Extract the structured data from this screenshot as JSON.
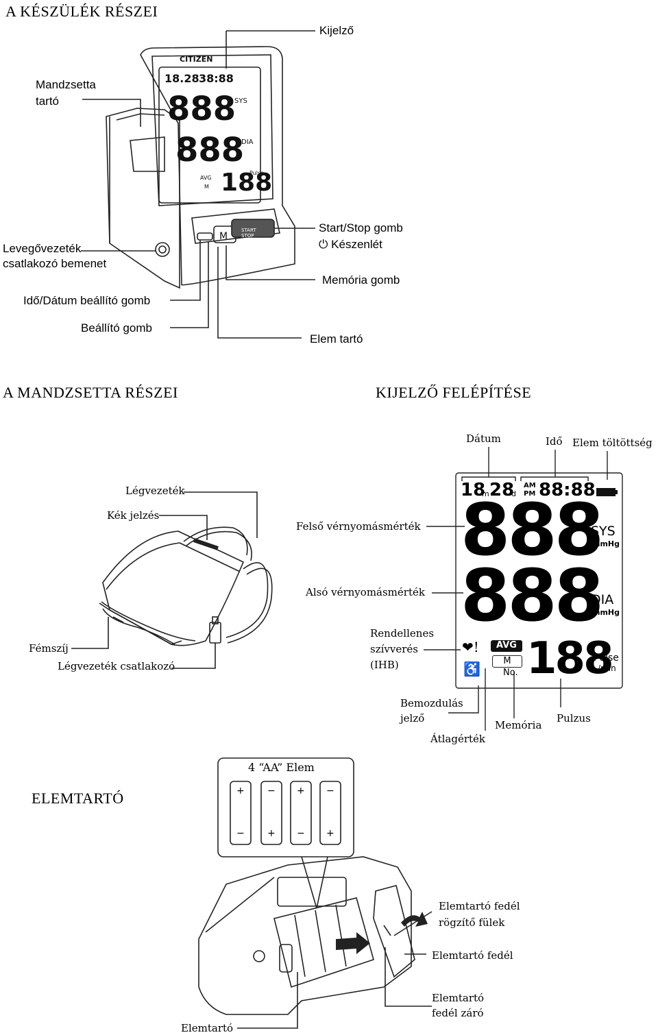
{
  "sections": {
    "device_title": "A KÉSZÜLÉK RÉSZEI",
    "cuff_title": "A MANDZSETTA RÉSZEI",
    "display_title": "KIJELZŐ FELÉPÍTÉSE",
    "battery_title": "ELEMTARTÓ"
  },
  "device": {
    "brand": "CITIZEN",
    "labels": {
      "display": "Kijelző",
      "cuff_holder_1": "Mandzsetta",
      "cuff_holder_2": "tartó",
      "air_port_1": "Levegővezeték",
      "air_port_2": "csatlakozó bemenet",
      "start_stop": "Start/Stop gomb",
      "standby": "⏻ Készenlét",
      "memory_button": "Memória gomb",
      "time_date_button": "Idő/Dátum beállító gomb",
      "set_button": "Beállító gomb",
      "battery_holder": "Elem tartó"
    },
    "buttons": {
      "m": "M",
      "start": "START",
      "stop": "STOP"
    }
  },
  "cuff": {
    "labels": {
      "air_tube": "Légvezeték",
      "blue_mark": "Kék jelzés",
      "metal_strap": "Fémszíj",
      "tube_connector": "Légvezeték csatlakozó"
    }
  },
  "display": {
    "labels": {
      "date": "Dátum",
      "time": "Idő",
      "battery_level": "Elem töltöttség",
      "systolic": "Felső vérnyomásmérték",
      "diastolic": "Alsó vérnyomásmérték",
      "ihb_1": "Rendellenes",
      "ihb_2": "szívverés",
      "ihb_3": "(IHB)",
      "movement_1": "Bemozdulás",
      "movement_2": "jelző",
      "average": "Átlagérték",
      "memory": "Memória",
      "pulse": "Pulzus"
    },
    "screen": {
      "date_month": "18",
      "month_unit": "m",
      "date_day": "28",
      "day_unit": "d",
      "am": "AM",
      "pm": "PM",
      "time": "88:88",
      "sys_digits": "888",
      "dia_digits": "888",
      "sys": "SYS",
      "dia": "DIA",
      "unit": "mmHg",
      "avg": "AVG",
      "m": "M",
      "no": "No.",
      "pulse_digits": "188",
      "pulse_label": "Pulse",
      "per_min": "/min"
    }
  },
  "battery": {
    "callout_title": "4 “AA” Elem",
    "labels": {
      "cover_tabs_1": "Elemtartó fedél",
      "cover_tabs_2": "rögzítő fülek",
      "cover": "Elemtartó fedél",
      "latch_1": "Elemtartó",
      "latch_2": "fedél záró",
      "holder": "Elemtartó"
    },
    "plus": "+",
    "minus": "−"
  }
}
